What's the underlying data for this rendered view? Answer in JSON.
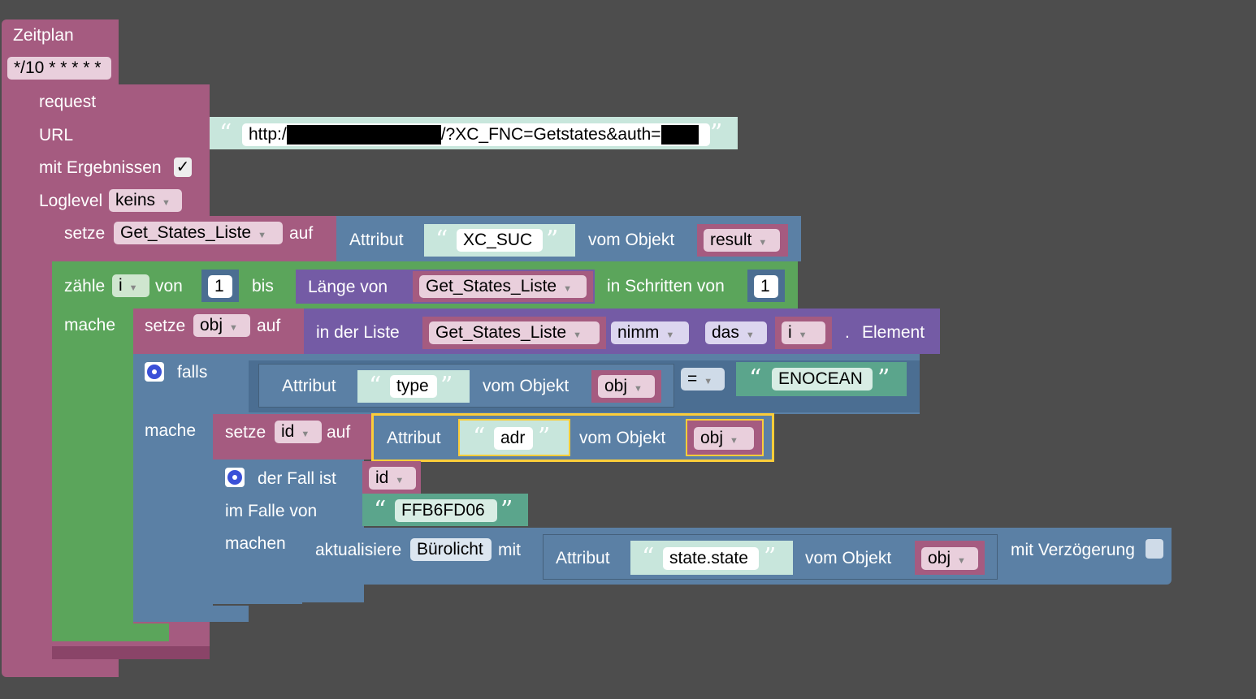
{
  "schedule": {
    "title": "Zeitplan",
    "cron": "*/10 * * * * *"
  },
  "request": {
    "title": "request",
    "url_label": "URL",
    "url_value_prefix": "http:/",
    "url_value_middle": "/?XC_FNC=Getstates&auth=",
    "result_label": "mit Ergebnissen",
    "result_check": "✓",
    "loglevel_label": "Loglevel",
    "loglevel_value": "keins"
  },
  "set_list": {
    "setze": "setze",
    "var": "Get_States_Liste",
    "auf": "auf",
    "attr": "Attribut",
    "attr_name": "XC_SUC",
    "vom": "vom Objekt",
    "obj": "result"
  },
  "loop": {
    "zaehle": "zähle",
    "var": "i",
    "von": "von",
    "from": "1",
    "bis": "bis",
    "laenge": "Länge von",
    "list": "Get_States_Liste",
    "schritt": "in Schritten von",
    "step": "1",
    "mache": "mache"
  },
  "set_obj": {
    "setze": "setze",
    "var": "obj",
    "auf": "auf",
    "in_liste": "in der Liste",
    "list": "Get_States_Liste",
    "nimm": "nimm",
    "das": "das",
    "idx": "i",
    "dot": ".",
    "element": "Element"
  },
  "if": {
    "falls": "falls",
    "attr": "Attribut",
    "attr_name": "type",
    "vom": "vom Objekt",
    "obj": "obj",
    "op": "=",
    "value": "ENOCEAN",
    "mache": "mache"
  },
  "set_id": {
    "setze": "setze",
    "var": "id",
    "auf": "auf",
    "attr": "Attribut",
    "attr_name": "adr",
    "vom": "vom Objekt",
    "obj": "obj"
  },
  "switch": {
    "label": "der Fall ist",
    "var": "id",
    "case_label": "im Falle von",
    "case_value": "FFB6FD06",
    "machen": "machen"
  },
  "update": {
    "label": "aktualisiere",
    "target": "Bürolicht",
    "mit": "mit",
    "attr": "Attribut",
    "attr_name": "state.state",
    "vom": "vom Objekt",
    "obj": "obj",
    "delay": "mit Verzögerung"
  },
  "colors": {
    "event": "#a55b80",
    "loop": "#5ba55b",
    "logic": "#5b80a5",
    "list": "#745ba5",
    "text": "#5ba58c",
    "selected": "#fccd39"
  }
}
